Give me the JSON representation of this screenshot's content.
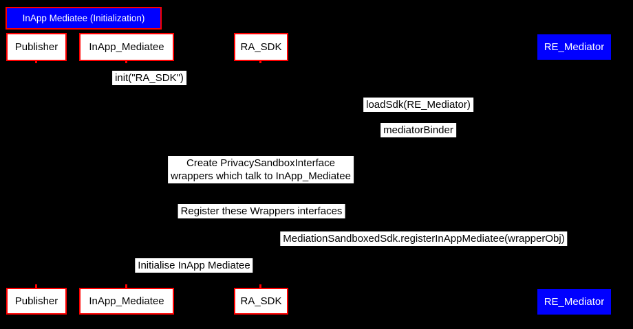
{
  "diagram": {
    "title": "InApp Mediatee (Initialization)"
  },
  "actors": [
    {
      "label": "Publisher"
    },
    {
      "label": "InApp_Mediatee"
    },
    {
      "label": "RA_SDK"
    },
    {
      "label": "RE_Mediator"
    }
  ],
  "messages": [
    {
      "label": "init(\"RA_SDK\")"
    },
    {
      "label": "loadSdk(RE_Mediator)"
    },
    {
      "label": "mediatorBinder"
    },
    {
      "label": "Create PrivacySandboxInterface\nwrappers which talk to InApp_Mediatee"
    },
    {
      "label": "Register these Wrappers interfaces"
    },
    {
      "label": "MediationSandboxedSdk.registerInAppMediatee(wrapperObj)"
    },
    {
      "label": "Initialise InApp Mediatee"
    }
  ],
  "colors": {
    "background": "#000000",
    "box_border": "#ff0000",
    "box_fill": "#ffffff",
    "accent_fill": "#0000ff",
    "accent_text": "#ffffff",
    "label_bg": "#ffffff",
    "label_text": "#000000"
  }
}
